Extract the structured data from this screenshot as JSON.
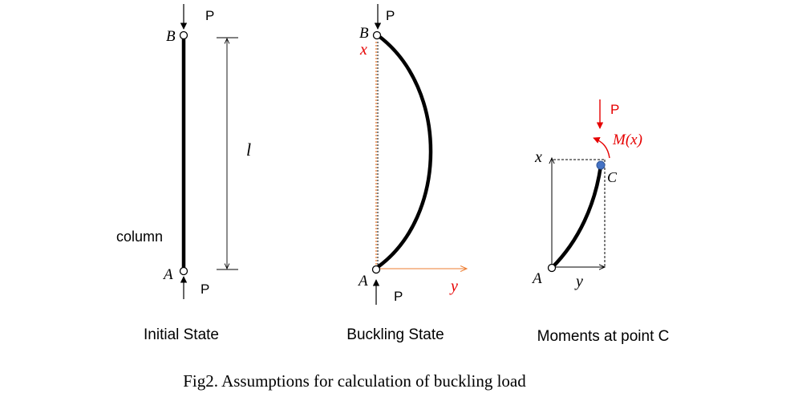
{
  "caption": "Fig2.  Assumptions for calculation of buckling load",
  "colors": {
    "ink": "#000000",
    "red": "#e60000",
    "orange": "#ed7d31",
    "point_c": "#4472c4"
  },
  "panels": {
    "initial": {
      "title": "Initial State",
      "label_b": "B",
      "label_a": "A",
      "load_top": "P",
      "load_bottom": "P",
      "length": "l",
      "column": "column"
    },
    "buckling": {
      "title": "Buckling State",
      "label_b": "B",
      "label_a": "A",
      "load_top": "P",
      "load_bottom": "P",
      "axis_x": "x",
      "axis_y": "y"
    },
    "moments": {
      "title": "Moments at point C",
      "load": "P",
      "moment": "M(x)",
      "axis_x": "x",
      "axis_y": "y",
      "label_a": "A",
      "label_c": "C"
    }
  }
}
